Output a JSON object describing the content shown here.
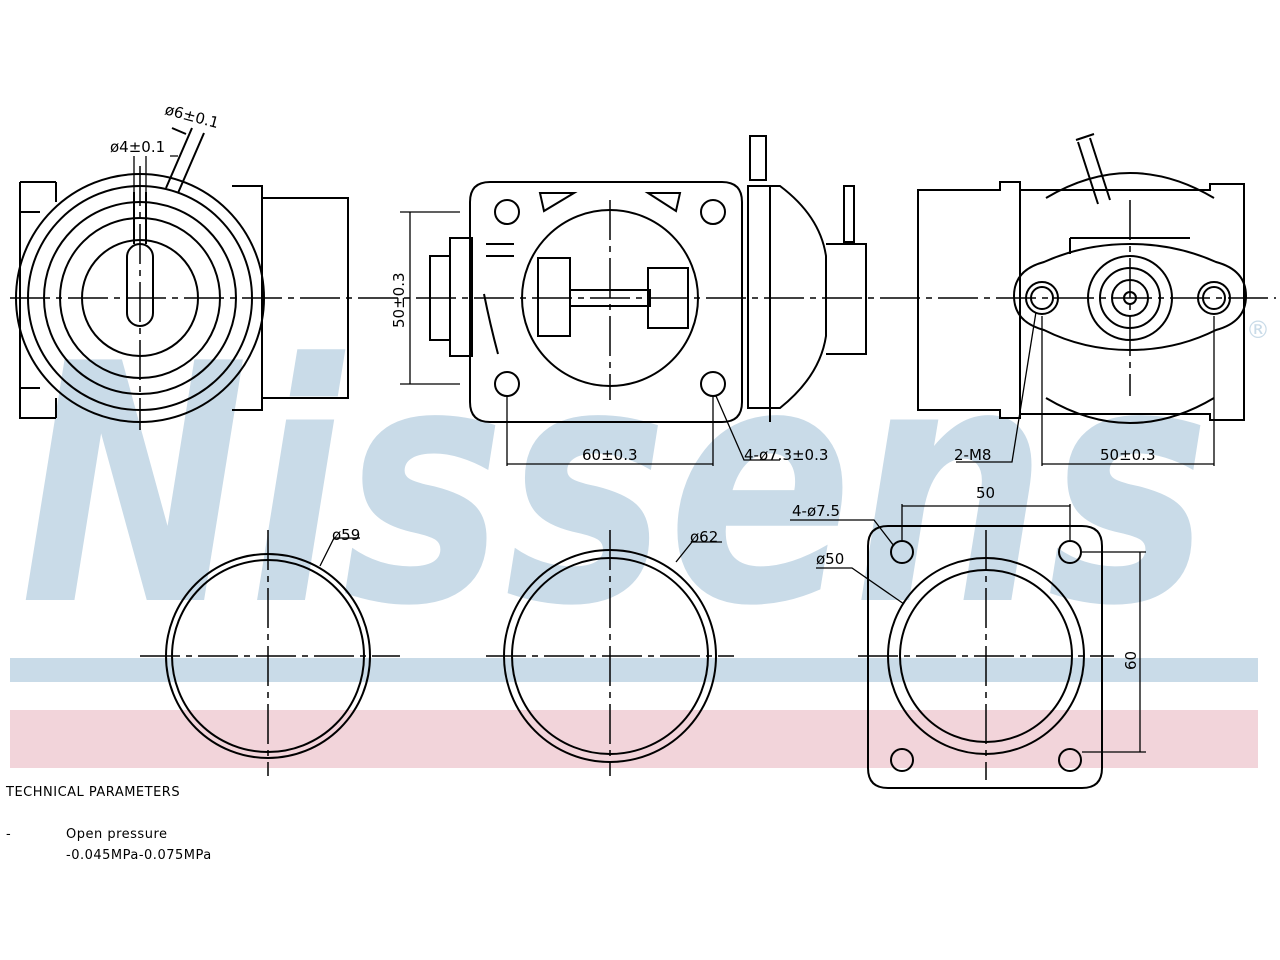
{
  "watermark": {
    "text": "Nissens",
    "symbol": "®",
    "color_blue": "#c9dbe8",
    "color_red": "#f2d4da"
  },
  "dimensions": {
    "tube_outer": "ø6±0.1",
    "tube_inner": "ø4±0.1",
    "flange_height": "50±0.3",
    "flange_hole_spacing": "60±0.3",
    "flange_holes": "4-ø7.3±0.3",
    "mount_thread": "2-M8",
    "mount_spacing": "50±0.3",
    "gasket_1": "ø59",
    "gasket_2": "ø62",
    "gasket_3_holes": "4-ø7.5",
    "gasket_3_inner": "ø50",
    "gasket_3_width": "50",
    "gasket_3_height": "60"
  },
  "technical_parameters": {
    "heading": "TECHNICAL PARAMETERS",
    "bullet": "-",
    "items": [
      {
        "label": "Open pressure",
        "value": "-0.045MPa-0.075MPa"
      }
    ]
  }
}
